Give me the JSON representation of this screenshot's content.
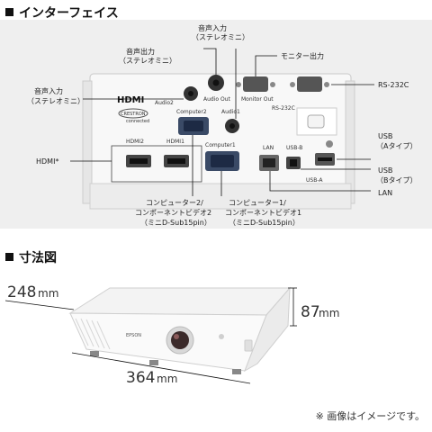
{
  "sections": {
    "interface_title": "インターフェイス",
    "dimensions_title": "寸法図"
  },
  "ports": {
    "audio_in_top": [
      "音声入力",
      "（ステレオミニ）"
    ],
    "audio_out": [
      "音声出力",
      "（ステレオミニ）"
    ],
    "monitor_out": "モニター出力",
    "audio_in_left": [
      "音声入力",
      "（ステレオミニ）"
    ],
    "rs232c": "RS-232C",
    "usb_a": [
      "USB",
      "（Aタイプ）"
    ],
    "hdmi": "HDMI*",
    "usb_b": [
      "USB",
      "（Bタイプ）"
    ],
    "lan": "LAN",
    "computer2": [
      "コンピューター2/",
      "コンポーネントビデオ2",
      "（ミニD-Sub15pin）"
    ],
    "computer1": [
      "コンピューター1/",
      "コンポーネントビデオ1",
      "（ミニD-Sub15pin）"
    ]
  },
  "panel_labels": {
    "hdmi_logo": "HDMI",
    "audio2": "Audio2",
    "audio_out": "Audio Out",
    "monitor_out": "Monitor Out",
    "rs232c": "RS-232C",
    "audio1": "Audio1",
    "computer2": "Computer2",
    "computer1": "Computer1",
    "hdmi2": "HDMI2",
    "hdmi1": "HDMI1",
    "lan": "LAN",
    "usb_b": "USB-B",
    "usb_a": "USB-A",
    "crestron": "CRESTRON",
    "crestron_sub": "connected"
  },
  "dimensions": {
    "depth_value": "248",
    "height_value": "87",
    "width_value": "364",
    "unit": "mm",
    "brand": "EPSON"
  },
  "note": "※ 画像はイメージです。"
}
